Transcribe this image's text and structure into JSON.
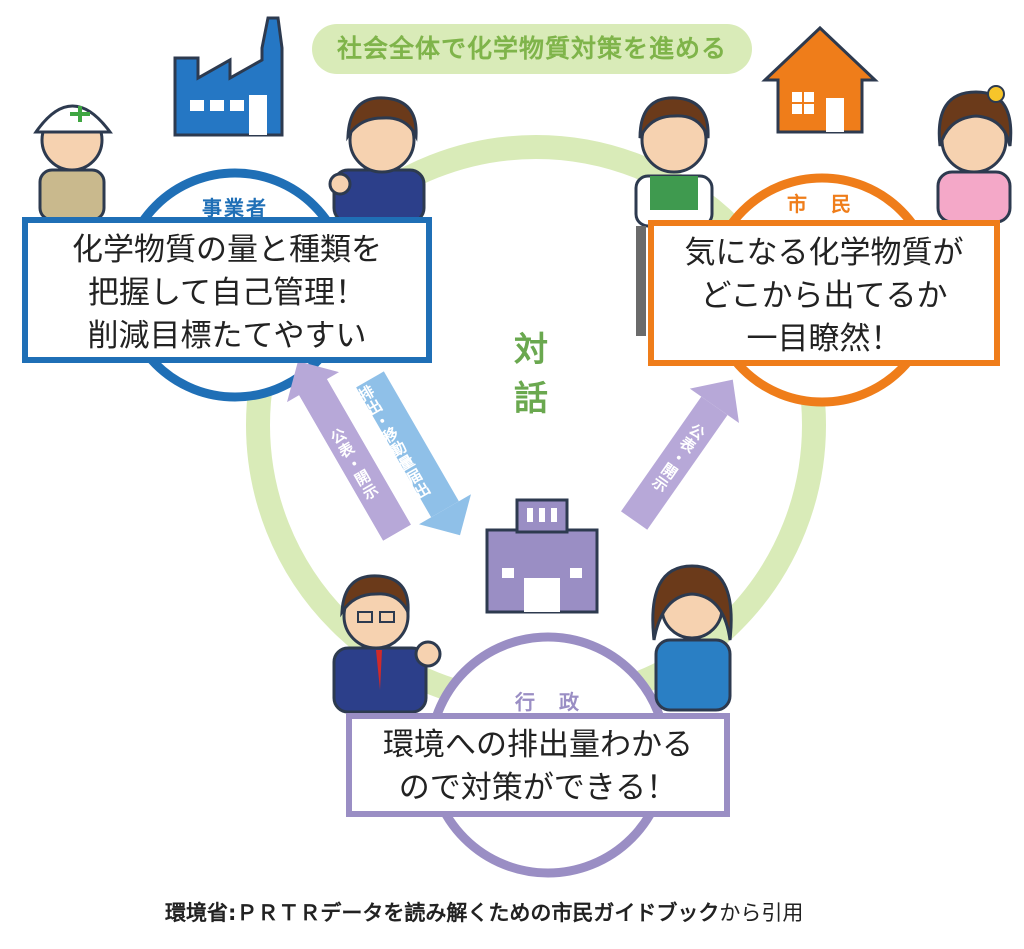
{
  "banner": "社会全体で化学物質対策を進める",
  "center_label": "対　話",
  "roles": {
    "business": "事業者",
    "citizen": "市　民",
    "government": "行　政"
  },
  "arrows": {
    "gov_to_biz": "公表・開示",
    "biz_to_gov": "排出・移動量届出",
    "gov_to_citizen": "公表・開示"
  },
  "callouts": {
    "business": [
      "化学物質の量と種類を",
      "把握して自己管理！",
      "削減目標たてやすい"
    ],
    "citizen": [
      "気になる化学物質が",
      "どこから出てるか",
      "一目瞭然！"
    ],
    "government": [
      "環境への排出量わかる",
      "ので対策ができる！"
    ]
  },
  "credit": {
    "bold": "環境省:ＰＲＴＲデータを読み解くための市民ガイドブック",
    "rest": "から引用"
  },
  "colors": {
    "business": "#1f6fb6",
    "citizen": "#ef7d1a",
    "government": "#9a8ec4",
    "ring": "#d9ebb8",
    "arrow_up": "#b7a8d8",
    "arrow_down": "#8fc0e8"
  }
}
